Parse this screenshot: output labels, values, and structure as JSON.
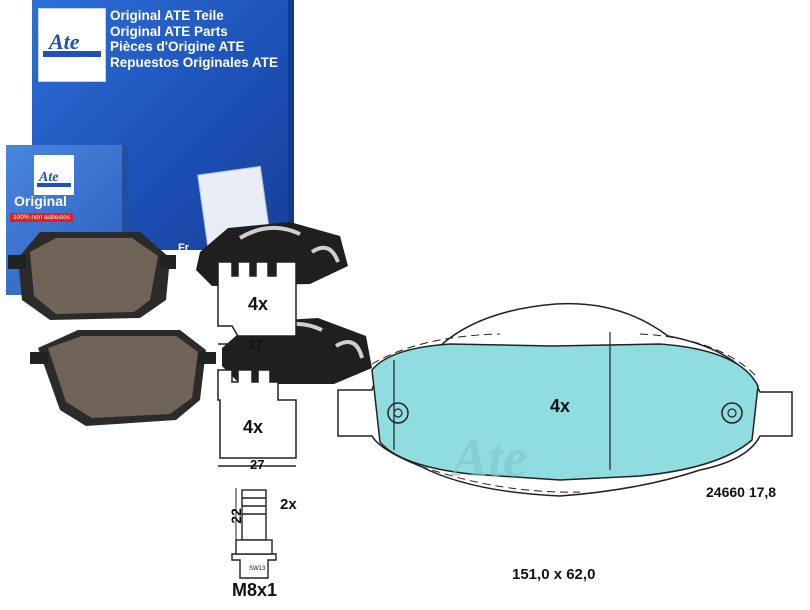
{
  "box": {
    "lines": [
      "Original ATE Teile",
      "Original ATE Parts",
      "Pièces d'Origine ATE",
      "Repuestos Originales ATE"
    ],
    "logo_text": "Ate"
  },
  "small_box": {
    "logo_text": "Ate",
    "original_label": "Original",
    "asbestos_label": "100% non asbestos",
    "side_label": "Fr"
  },
  "diagram": {
    "pad_small_quantity": "4x",
    "pad_small_width_1": "27",
    "pad_small_quantity_2": "4x",
    "pad_small_width_2": "27",
    "pad_main_quantity": "4x",
    "part_code": "24660 17,8",
    "dimensions": "151,0 x 62,0",
    "bolt_quantity": "2x",
    "bolt_length": "22",
    "bolt_thread": "M8x1",
    "bolt_wrench": "SW13"
  },
  "colors": {
    "box_blue": "#1d52b8",
    "pad_fill": "#8fdde0",
    "pad_material": "#6f6457"
  }
}
